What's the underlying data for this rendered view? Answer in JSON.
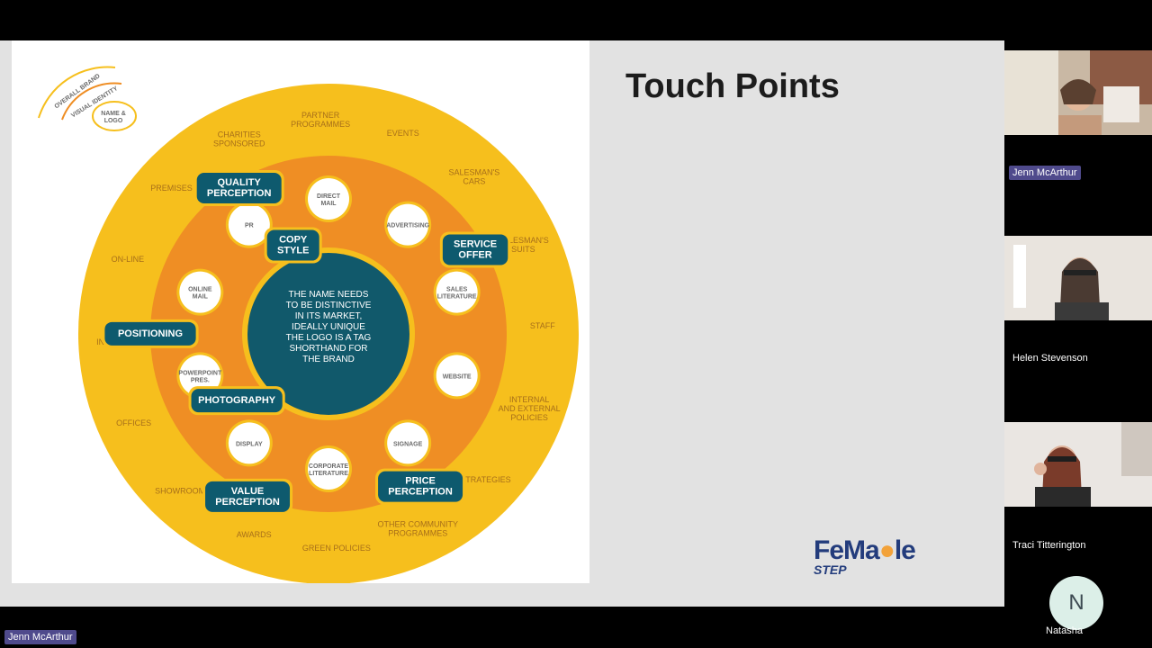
{
  "slide": {
    "title": "Touch Points",
    "logo": {
      "part1": "FeMa",
      "part2": "le",
      "sub": "STEP"
    }
  },
  "diagram": {
    "legend": [
      "OVERALL BRAND",
      "VISUAL IDENTITY",
      "NAME &",
      "LOGO"
    ],
    "outer_labels": [
      [
        "CHARITIES",
        "SPONSORED"
      ],
      [
        "PARTNER",
        "PROGRAMMES"
      ],
      [
        "EVENTS"
      ],
      [
        "SALESMAN'S",
        "CARS"
      ],
      [
        "SALESMAN'S",
        "SUITS"
      ],
      [
        "STAFF"
      ],
      [
        "INTERNAL",
        "AND EXTERNAL",
        "POLICIES"
      ],
      [
        "STRATEGIES"
      ],
      [
        "OTHER COMMUNITY",
        "PROGRAMMES"
      ],
      [
        "GREEN POLICIES"
      ],
      [
        "AWARDS"
      ],
      [
        "SHOWROOMS"
      ],
      [
        "OFFICES"
      ],
      [
        "IN MEDIA"
      ],
      [
        "ON-LINE"
      ],
      [
        "PREMISES"
      ]
    ],
    "inner_circles": [
      [
        "DIRECT",
        "MAIL"
      ],
      [
        "ADVERTISING"
      ],
      [
        "SALES",
        "LITERATURE"
      ],
      [
        "WEBSITE"
      ],
      [
        "SIGNAGE"
      ],
      [
        "CORPORATE",
        "LITERATURE"
      ],
      [
        "DISPLAY"
      ],
      [
        "POWERPOINT",
        "PRES."
      ],
      [
        "ONLINE",
        "MAIL"
      ],
      [
        "PR"
      ]
    ],
    "badges": [
      [
        "QUALITY",
        "PERCEPTION"
      ],
      [
        "SERVICE",
        "OFFER"
      ],
      [
        "COPY",
        "STYLE"
      ],
      [
        "POSITIONING"
      ],
      [
        "PHOTOGRAPHY"
      ],
      [
        "VALUE",
        "PERCEPTION"
      ],
      [
        "PRICE",
        "PERCEPTION"
      ]
    ],
    "center_text": [
      "THE NAME NEEDS",
      "TO BE DISTINCTIVE",
      "IN ITS MARKET,",
      "IDEALLY UNIQUE",
      "",
      "THE LOGO IS A TAG",
      "SHORTHAND FOR",
      "THE BRAND"
    ]
  },
  "participants": [
    {
      "name": "Jenn McArthur",
      "highlighted": true
    },
    {
      "name": "Helen Stevenson",
      "highlighted": false
    },
    {
      "name": "Traci Titterington",
      "highlighted": false
    },
    {
      "name": "Natasha",
      "initial": "N",
      "highlighted": false
    }
  ],
  "presenter_label": "Jenn McArthur",
  "colors": {
    "outer_ring": "#f6bf1d",
    "middle_ring": "#ef8e24",
    "badge": "#0e5a6e",
    "center": "#11596b",
    "speaker_badge": "#4f4a8c"
  }
}
